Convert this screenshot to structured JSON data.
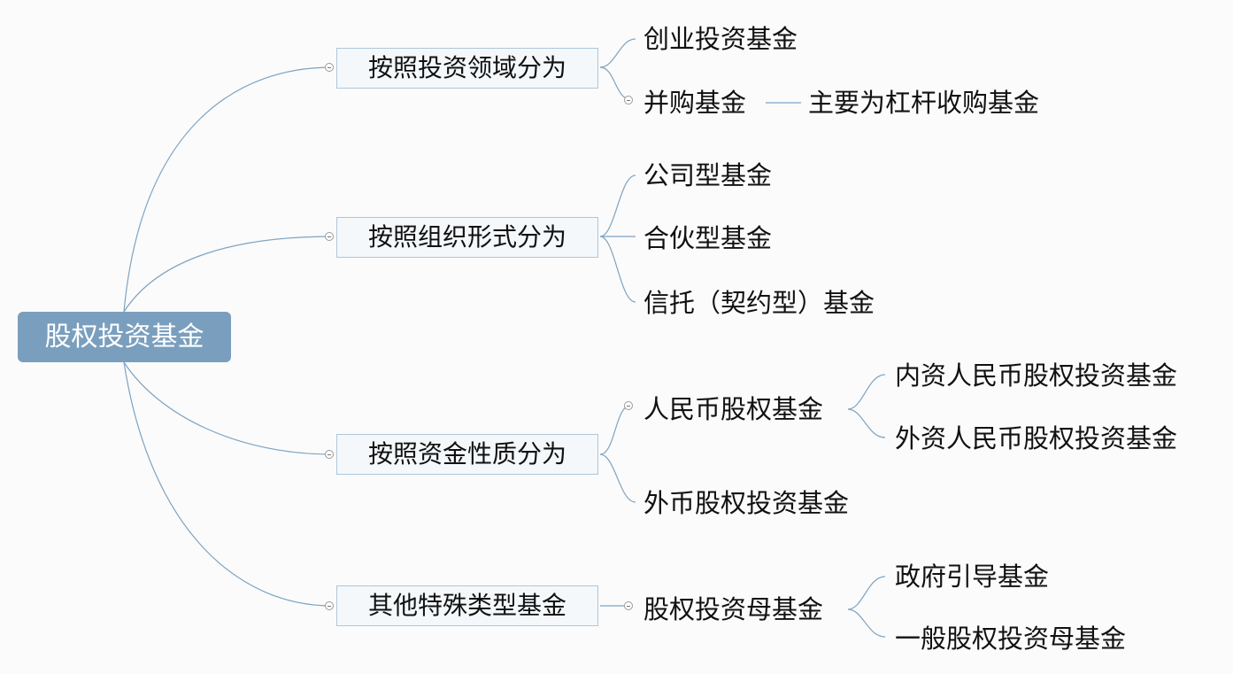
{
  "root": {
    "label": "股权投资基金"
  },
  "branches": [
    {
      "label": "按照投资领域分为",
      "children": [
        {
          "label": "创业投资基金"
        },
        {
          "label": "并购基金",
          "note": "主要为杠杆收购基金"
        }
      ]
    },
    {
      "label": "按照组织形式分为",
      "children": [
        {
          "label": "公司型基金"
        },
        {
          "label": "合伙型基金"
        },
        {
          "label": "信托（契约型）基金"
        }
      ]
    },
    {
      "label": "按照资金性质分为",
      "children": [
        {
          "label": "人民币股权基金",
          "children": [
            {
              "label": "内资人民币股权投资基金"
            },
            {
              "label": "外资人民币股权投资基金"
            }
          ]
        },
        {
          "label": "外币股权投资基金"
        }
      ]
    },
    {
      "label": "其他特殊类型基金",
      "children": [
        {
          "label": "股权投资母基金",
          "children": [
            {
              "label": "政府引导基金"
            },
            {
              "label": "一般股权投资母基金"
            }
          ]
        }
      ]
    }
  ],
  "colors": {
    "root_fill": "#7a9fbe",
    "branch_fill": "#f4f8fb",
    "branch_border": "#aec6da",
    "link": "#7ea3c2"
  }
}
